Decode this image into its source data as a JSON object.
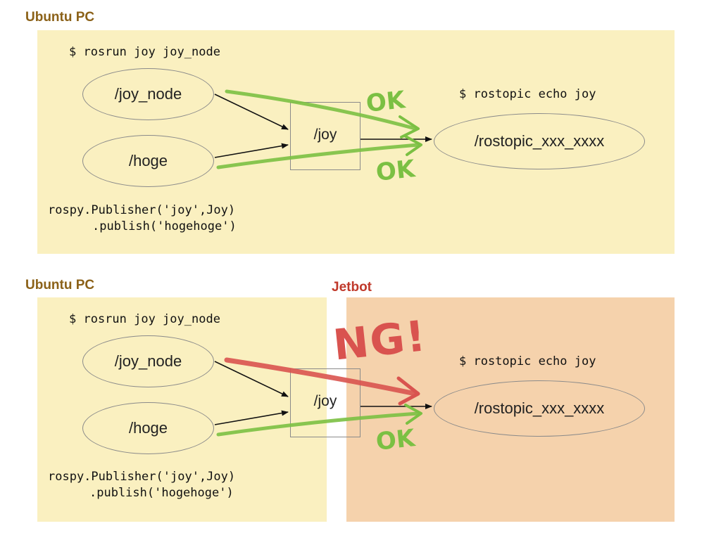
{
  "colors": {
    "ubuntu_label": "#8B6118",
    "jetbot_label": "#C0392B",
    "ubuntu_bg": "#FAF0C0",
    "jetbot_bg": "#F5D2AC",
    "ok_green": "#7BC043",
    "ng_red": "#D9534F"
  },
  "top": {
    "label": "Ubuntu PC",
    "cmd_run": "$ rosrun joy joy_node",
    "cmd_echo": "$ rostopic echo joy",
    "node_joy": "/joy_node",
    "node_hoge": "/hoge",
    "topic": "/joy",
    "node_rostopic": "/rostopic_xxx_xxxx",
    "publisher_line1": "rospy.Publisher('joy',Joy)",
    "publisher_line2": ".publish('hogehoge')",
    "ok_upper": "OK",
    "ok_lower": "OK"
  },
  "bottom": {
    "label_ubuntu": "Ubuntu PC",
    "label_jetbot": "Jetbot",
    "cmd_run": "$ rosrun joy joy_node",
    "cmd_echo": "$ rostopic echo joy",
    "node_joy": "/joy_node",
    "node_hoge": "/hoge",
    "topic": "/joy",
    "node_rostopic": "/rostopic_xxx_xxxx",
    "publisher_line1": "rospy.Publisher('joy',Joy)",
    "publisher_line2": ".publish('hogehoge')",
    "ng": "NG!",
    "ok": "OK"
  }
}
